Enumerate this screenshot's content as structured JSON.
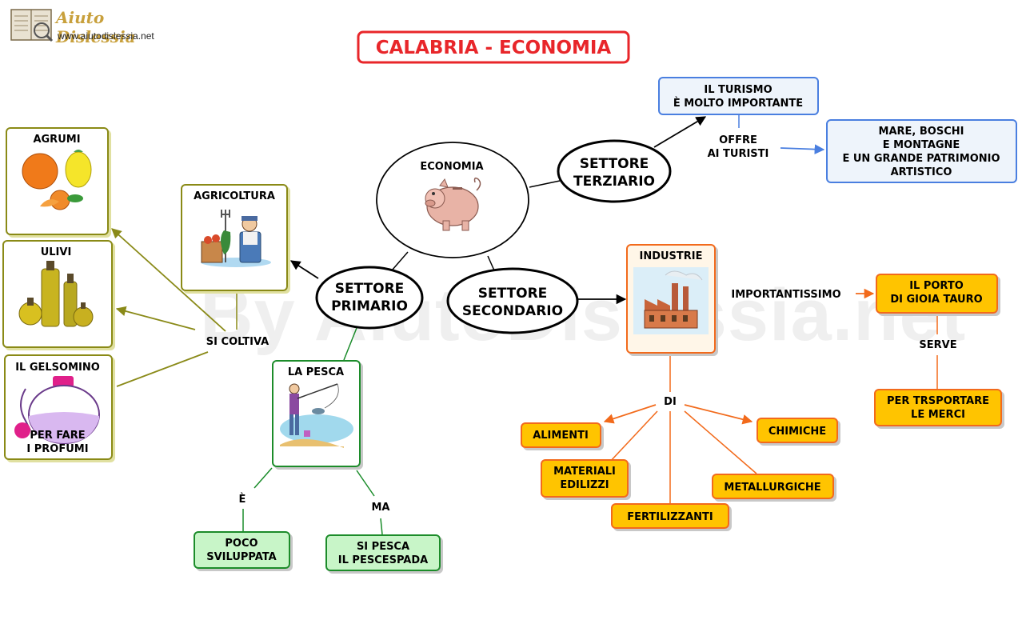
{
  "logo": {
    "name": "Aiuto Dislessia",
    "url": "www.aiutodislessia.net"
  },
  "watermark": "By AiutoDislessia.net",
  "title": "CALABRIA - ECONOMIA",
  "center": {
    "label": "ECONOMIA"
  },
  "primario": {
    "line1": "SETTORE",
    "line2": "PRIMARIO"
  },
  "secondario": {
    "line1": "SETTORE",
    "line2": "SECONDARIO"
  },
  "terziario": {
    "line1": "SETTORE",
    "line2": "TERZIARIO"
  },
  "turismo": {
    "line1": "IL TURISMO",
    "line2": "È MOLTO IMPORTANTE"
  },
  "offre": {
    "line1": "OFFRE",
    "line2": "AI TURISTI"
  },
  "mare": {
    "line1": "MARE, BOSCHI",
    "line2": "E MONTAGNE",
    "line3": "E UN GRANDE PATRIMONIO",
    "line4": "ARTISTICO"
  },
  "agricoltura": {
    "label": "AGRICOLTURA"
  },
  "si_coltiva": "SI COLTIVA",
  "agrumi": {
    "label": "AGRUMI"
  },
  "ulivi": {
    "label": "ULIVI"
  },
  "gelsomino": {
    "label": "IL GELSOMINO",
    "line1": "PER FARE",
    "line2": "I PROFUMI"
  },
  "pesca": {
    "label": "LA PESCA"
  },
  "e_label": "È",
  "ma_label": "MA",
  "poco": {
    "line1": "POCO",
    "line2": "SVILUPPATA"
  },
  "pescespada": {
    "line1": "SI PESCA",
    "line2": "IL PESCESPADA"
  },
  "industrie": {
    "label": "INDUSTRIE"
  },
  "importantissimo": "IMPORTANTISSIMO",
  "porto": {
    "line1": "IL PORTO",
    "line2": "DI GIOIA TAURO"
  },
  "serve": "SERVE",
  "trasporto": {
    "line1": "PER TRSPORTARE",
    "line2": "LE MERCI"
  },
  "di_label": "DI",
  "alimenti": "ALIMENTI",
  "materiali": {
    "line1": "MATERIALI",
    "line2": "EDILIZZI"
  },
  "fertilizzanti": "FERTILIZZANTI",
  "metallurgiche": "METALLURGICHE",
  "chimiche": "CHIMICHE",
  "colors": {
    "title_border": "#e8262a",
    "title_text": "#e8262a",
    "blue_border": "#4a7fe0",
    "blue_fill": "#eef4fb",
    "olive_border": "#8a8a18",
    "green_border": "#1a8c2a",
    "green_fill": "#c8f5c8",
    "orange_border": "#f26a1b",
    "orange_fill": "#ffc400",
    "industrie_fill": "#fff6e8"
  }
}
